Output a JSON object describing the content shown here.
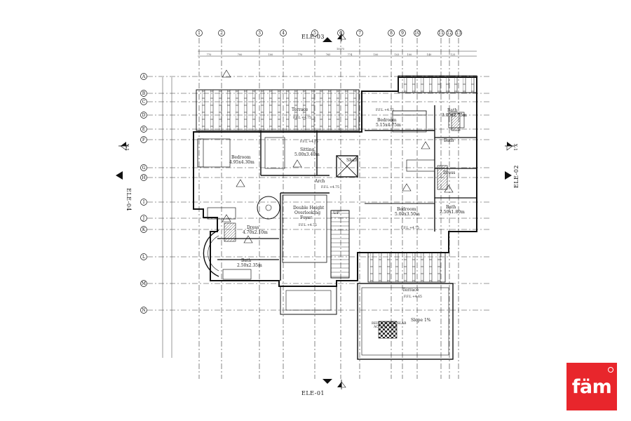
{
  "elevations": {
    "top": "ELE-03",
    "bottom": "ELE-01",
    "left": "ELE-04",
    "right": "ELE-02",
    "section_left": "X-1",
    "section_right": "X-1"
  },
  "grid": {
    "columns": [
      "1",
      "2",
      "3",
      "4",
      "5",
      "6",
      "7",
      "8",
      "9",
      "10",
      "11",
      "12",
      "13"
    ],
    "rows": [
      "A",
      "B",
      "C",
      "D",
      "E",
      "F",
      "G",
      "H",
      "I",
      "J",
      "K",
      "L",
      "M",
      "N"
    ]
  },
  "top_dims": [
    "770",
    "700",
    "100",
    "770",
    "765",
    "774",
    "100",
    "103",
    "100",
    "140",
    "125"
  ],
  "overall_dim": "10975",
  "rooms": {
    "terrace_top": "Terrace",
    "bedroom_left": "Bedroom",
    "bedroom_left_size": "4.95x4.30m",
    "sitting": "Sitting",
    "sitting_size": "5.00x3.40m",
    "bedroom_center": "Bedroom",
    "bedroom_center_size": "5.15x4.75m",
    "bath_top_right": "Bath",
    "bath_top_right_size": "3.00x2.75m",
    "bath_right": "Bath",
    "dress_right": "Dress",
    "bath_right_lower": "Bath",
    "bath_right_lower_size": "2.50x1.80m",
    "shaft": "Shaft",
    "arch": "Arch",
    "double_height_1": "Double Height",
    "double_height_2": "Overlooking",
    "double_height_3": "Foyer",
    "bedroom_lower": "Bedroom",
    "bedroom_lower_size": "5.00x3.50m",
    "dress_left": "Dress",
    "dress_left_size": "4.70x2.10m",
    "bath_lower_left": "Bath",
    "bath_lower_left_size": "2.50x2.35m",
    "terrace_bottom": "Terrace",
    "slope": "Slope 1%",
    "reinforcing_1": "REINFORCING SLAB",
    "reinforcing_2": "ACCESS SLAB",
    "up": "UP"
  },
  "levels": {
    "terrace_top": "F.F.L +4.75",
    "sitting": "F.F.L +4.75",
    "bedroom_center": "F.F.L +4.75",
    "arch": "F.F.L +4.75",
    "foyer": "F.F.L +4.75",
    "bedroom_lower": "F.F.L +4.75",
    "terrace_bottom": "F.F.L +4.65"
  },
  "logo_text": "fäm"
}
